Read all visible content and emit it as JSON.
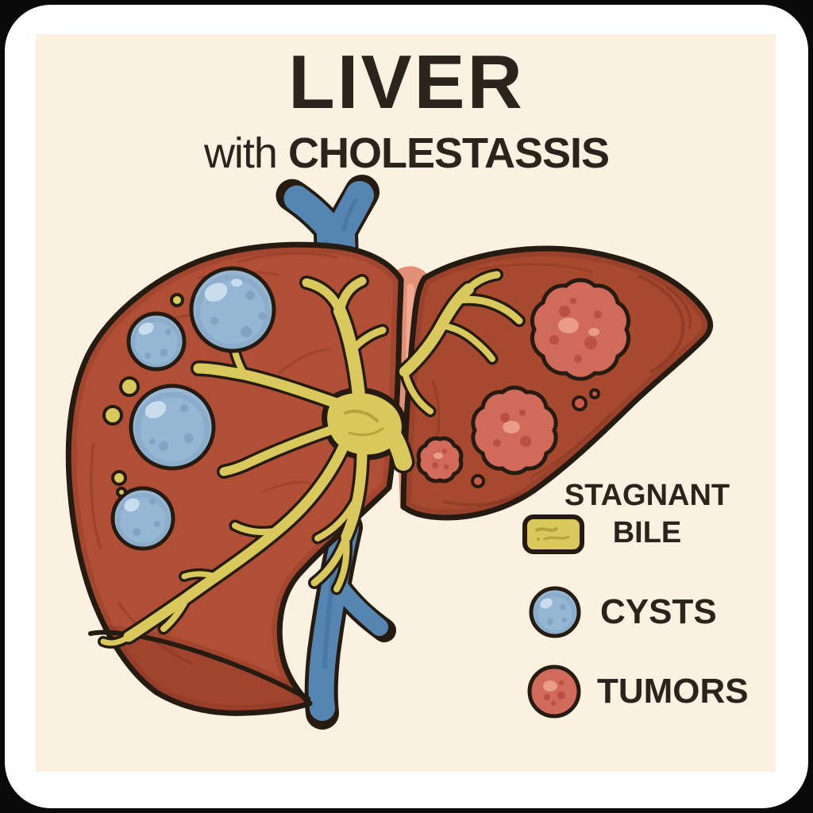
{
  "title": {
    "line1": "LIVER",
    "line2_prefix": "with",
    "line2_main": "CHOLESTASSIS"
  },
  "legend": {
    "items": [
      {
        "id": "stagnant-bile",
        "label_lines": [
          "STAGNANT",
          "BILE"
        ],
        "swatch": "rounded-rect",
        "swatch_color": "#d3c24c"
      },
      {
        "id": "cysts",
        "label_lines": [
          "CYSTS"
        ],
        "swatch": "circle",
        "swatch_color": "#96b7d4"
      },
      {
        "id": "tumors",
        "label_lines": [
          "TUMORS"
        ],
        "swatch": "circle",
        "swatch_color": "#cd6154"
      }
    ]
  },
  "illustration": {
    "subject": "liver-with-cholestasis",
    "left_lobe": {
      "feature": "cysts",
      "cyst_count": 4,
      "bile_droplet_count": 5
    },
    "right_lobe": {
      "feature": "tumors",
      "tumor_count": 3,
      "red_dot_count": 3
    },
    "bile_ducts": "branching yellow ducts converging at the central fissure",
    "vessel_top": "Y-shaped blue vessel",
    "vessel_bottom": "blue vessel with one side branch"
  },
  "colors": {
    "bg-black": "#0a0a0a",
    "card-white": "#ffffff",
    "canvas-cream": "#fbf1e1",
    "ink": "#2b241d",
    "outline": "#261b11",
    "liver-left": "#b14f36",
    "liver-right": "#a6492f",
    "liver-shade": "#7e3020",
    "liver-rim": "#5e2315",
    "division": "#e28f78",
    "division-light": "#f2ac92",
    "vessel": "#5586b1",
    "vessel-shade": "#3e6e98",
    "bile": "#d9c85c",
    "bile-shade": "#ab9a35",
    "cyst": "#96b7d4",
    "cyst-spot": "#7b9dbd",
    "cyst-light": "#cfe1ee",
    "tumor": "#d06a5b",
    "tumor-spot": "#b4483d",
    "tumor-light": "#eda491",
    "dot-red": "#c85a4c"
  }
}
